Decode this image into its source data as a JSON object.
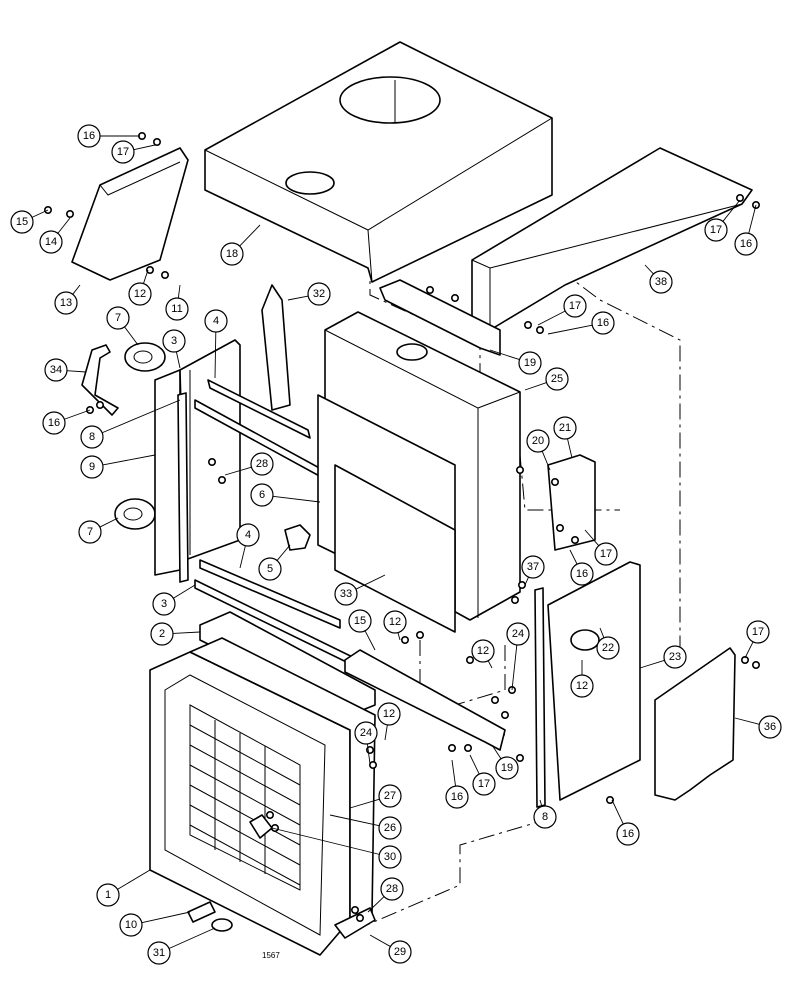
{
  "figure_number": "1567",
  "callouts": [
    "1",
    "2",
    "3",
    "3",
    "4",
    "4",
    "5",
    "6",
    "7",
    "7",
    "8",
    "8",
    "9",
    "10",
    "11",
    "12",
    "12",
    "12",
    "12",
    "12",
    "13",
    "14",
    "15",
    "15",
    "16",
    "16",
    "16",
    "16",
    "16",
    "16",
    "16",
    "17",
    "17",
    "17",
    "17",
    "17",
    "17",
    "18",
    "19",
    "19",
    "20",
    "21",
    "22",
    "23",
    "24",
    "24",
    "25",
    "26",
    "27",
    "28",
    "28",
    "29",
    "30",
    "31",
    "32",
    "33",
    "34",
    "36",
    "37",
    "38"
  ]
}
